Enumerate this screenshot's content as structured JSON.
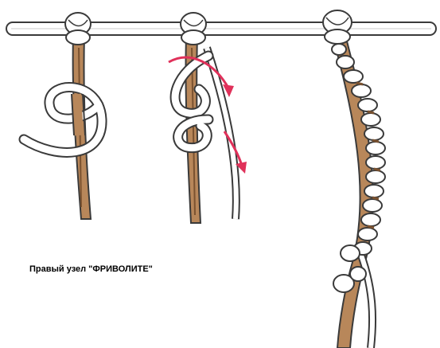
{
  "caption": "Правый узел \"ФРИВОЛИТЕ\"",
  "colors": {
    "background": "#ffffff",
    "rope_outline": "#3a3a3a",
    "rope_fill": "#ffffff",
    "cord_fill": "#b8875a",
    "cord_shadow": "#7a5230",
    "arrow": "#e0315a"
  },
  "icons": [
    "horizontal-rope",
    "vertical-cord",
    "knot-loop",
    "direction-arrow"
  ]
}
